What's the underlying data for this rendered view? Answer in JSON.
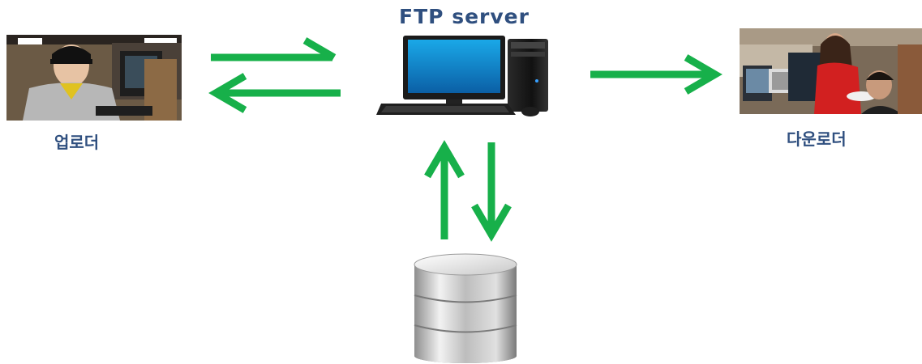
{
  "diagram": {
    "title": "FTP server",
    "uploader_label": "업로더",
    "downloader_label": "다운로더"
  },
  "colors": {
    "arrow": "#17b04a",
    "label": "#2f4f7f"
  },
  "icons": [
    "server-computer-icon",
    "database-icon",
    "uploader-photo",
    "downloader-photo"
  ]
}
